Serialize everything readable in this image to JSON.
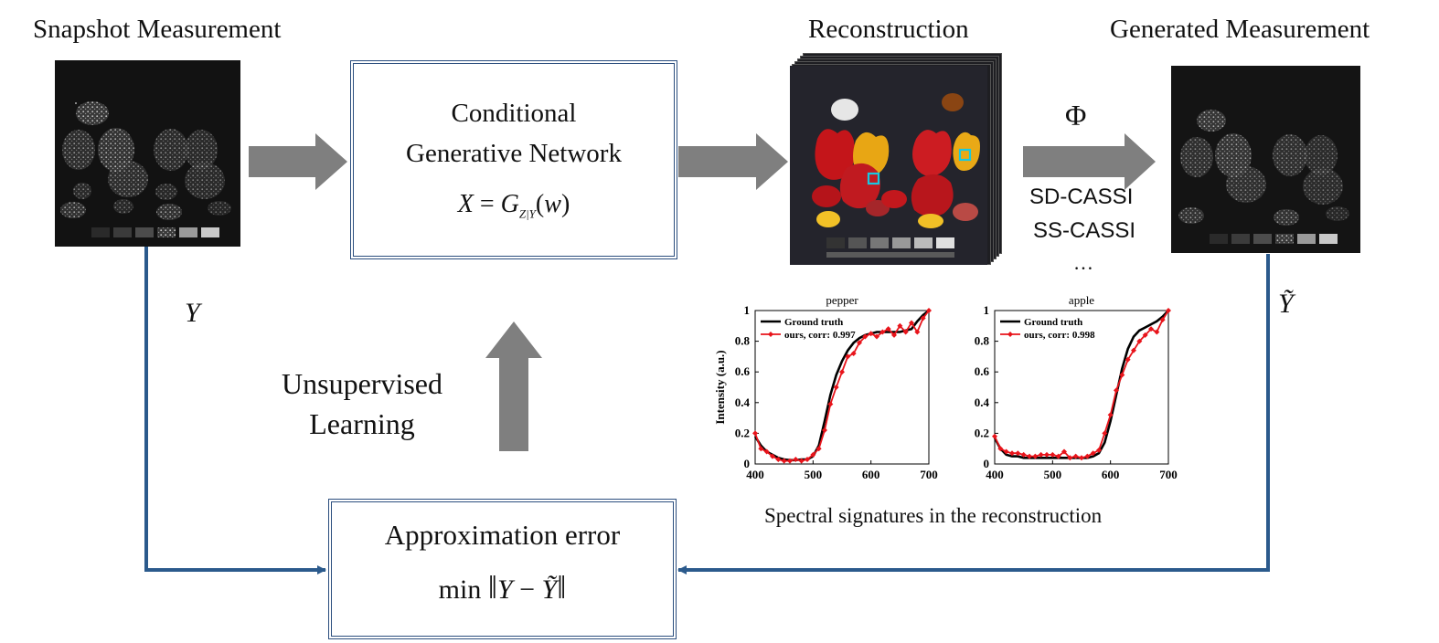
{
  "titles": {
    "snapshot": "Snapshot Measurement",
    "reconstruction": "Reconstruction",
    "generated": "Generated Measurement"
  },
  "network": {
    "line1": "Conditional",
    "line2": "Generative Network",
    "equation": "X = G_{Z|Y}(w)"
  },
  "operator": {
    "symbol": "Φ",
    "options": [
      "SD-CASSI",
      "SS-CASSI",
      "…"
    ]
  },
  "symbols": {
    "y": "Y",
    "y_tilde": "Ỹ"
  },
  "learning": {
    "line1": "Unsupervised",
    "line2": "Learning"
  },
  "error_box": {
    "title": "Approximation error",
    "equation": "min ‖Y − Ỹ‖"
  },
  "chart_caption": "Spectral signatures in the reconstruction",
  "colors": {
    "flow_line": "#2b5a8c",
    "block_arrow": "#7f7f7f",
    "box_border": "#2b4e7e",
    "ours": "#e8141b",
    "truth": "#000000",
    "marker_box": "#18c8e0"
  },
  "chart_data": [
    {
      "type": "line",
      "title": "pepper",
      "ylabel": "Intensity (a.u.)",
      "xlim": [
        400,
        700
      ],
      "ylim": [
        0,
        1
      ],
      "xticks": [
        400,
        500,
        600,
        700
      ],
      "yticks": [
        0,
        0.2,
        0.4,
        0.6,
        0.8,
        1
      ],
      "legend_position": "top-left",
      "series": [
        {
          "name": "Ground truth",
          "x": [
            400,
            410,
            420,
            430,
            440,
            450,
            460,
            470,
            480,
            490,
            500,
            510,
            520,
            530,
            540,
            550,
            560,
            570,
            580,
            590,
            600,
            610,
            620,
            630,
            640,
            650,
            660,
            670,
            680,
            690,
            700
          ],
          "y": [
            0.18,
            0.12,
            0.08,
            0.06,
            0.04,
            0.03,
            0.025,
            0.025,
            0.03,
            0.03,
            0.05,
            0.12,
            0.28,
            0.45,
            0.58,
            0.67,
            0.74,
            0.79,
            0.82,
            0.84,
            0.85,
            0.86,
            0.86,
            0.86,
            0.86,
            0.86,
            0.87,
            0.88,
            0.93,
            0.97,
            1.0
          ]
        },
        {
          "name": "ours, corr: 0.997",
          "x": [
            400,
            410,
            420,
            430,
            440,
            450,
            460,
            470,
            480,
            490,
            500,
            510,
            520,
            530,
            540,
            550,
            560,
            570,
            580,
            590,
            600,
            610,
            620,
            630,
            640,
            650,
            660,
            670,
            680,
            690,
            700
          ],
          "y": [
            0.2,
            0.1,
            0.08,
            0.05,
            0.03,
            0.02,
            0.02,
            0.03,
            0.02,
            0.03,
            0.06,
            0.1,
            0.22,
            0.39,
            0.5,
            0.6,
            0.7,
            0.72,
            0.79,
            0.83,
            0.85,
            0.83,
            0.86,
            0.88,
            0.84,
            0.9,
            0.86,
            0.92,
            0.86,
            0.95,
            1.0
          ]
        }
      ]
    },
    {
      "type": "line",
      "title": "apple",
      "ylabel": "",
      "xlim": [
        400,
        700
      ],
      "ylim": [
        0,
        1
      ],
      "xticks": [
        400,
        500,
        600,
        700
      ],
      "yticks": [
        0,
        0.2,
        0.4,
        0.6,
        0.8,
        1
      ],
      "legend_position": "top-left",
      "series": [
        {
          "name": "Ground truth",
          "x": [
            400,
            410,
            420,
            430,
            440,
            450,
            460,
            470,
            480,
            490,
            500,
            510,
            520,
            530,
            540,
            550,
            560,
            570,
            580,
            590,
            600,
            610,
            620,
            630,
            640,
            650,
            660,
            670,
            680,
            690,
            700
          ],
          "y": [
            0.17,
            0.1,
            0.06,
            0.05,
            0.05,
            0.04,
            0.04,
            0.04,
            0.04,
            0.04,
            0.04,
            0.04,
            0.04,
            0.04,
            0.04,
            0.04,
            0.04,
            0.05,
            0.07,
            0.14,
            0.28,
            0.45,
            0.62,
            0.75,
            0.83,
            0.87,
            0.89,
            0.91,
            0.93,
            0.96,
            1.0
          ]
        },
        {
          "name": "ours, corr: 0.998",
          "x": [
            400,
            410,
            420,
            430,
            440,
            450,
            460,
            470,
            480,
            490,
            500,
            510,
            520,
            530,
            540,
            550,
            560,
            570,
            580,
            590,
            600,
            610,
            620,
            630,
            640,
            650,
            660,
            670,
            680,
            690,
            700
          ],
          "y": [
            0.18,
            0.1,
            0.08,
            0.07,
            0.07,
            0.06,
            0.05,
            0.05,
            0.06,
            0.06,
            0.06,
            0.05,
            0.08,
            0.04,
            0.05,
            0.04,
            0.05,
            0.07,
            0.09,
            0.2,
            0.32,
            0.48,
            0.58,
            0.68,
            0.74,
            0.8,
            0.84,
            0.88,
            0.86,
            0.94,
            1.0
          ]
        }
      ]
    }
  ]
}
